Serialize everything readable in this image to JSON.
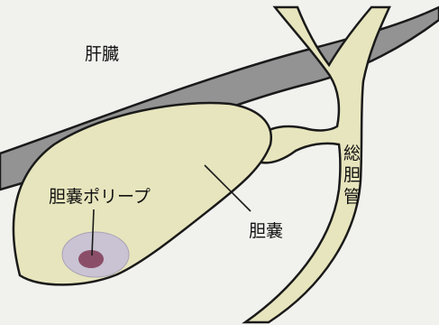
{
  "labels": {
    "liver": "肝臓",
    "polyp": "胆嚢ポリープ",
    "gallbladder": "胆嚢",
    "common_bile_duct": [
      "総",
      "胆",
      "管"
    ]
  },
  "colors": {
    "background": "#f1f1ee",
    "liver": "#939393",
    "gallbladder": "#e7e5bd",
    "polyp_outer": "#c9c3d3",
    "polyp_inner": "#8b4e68",
    "outline": "#1a1a1a"
  }
}
